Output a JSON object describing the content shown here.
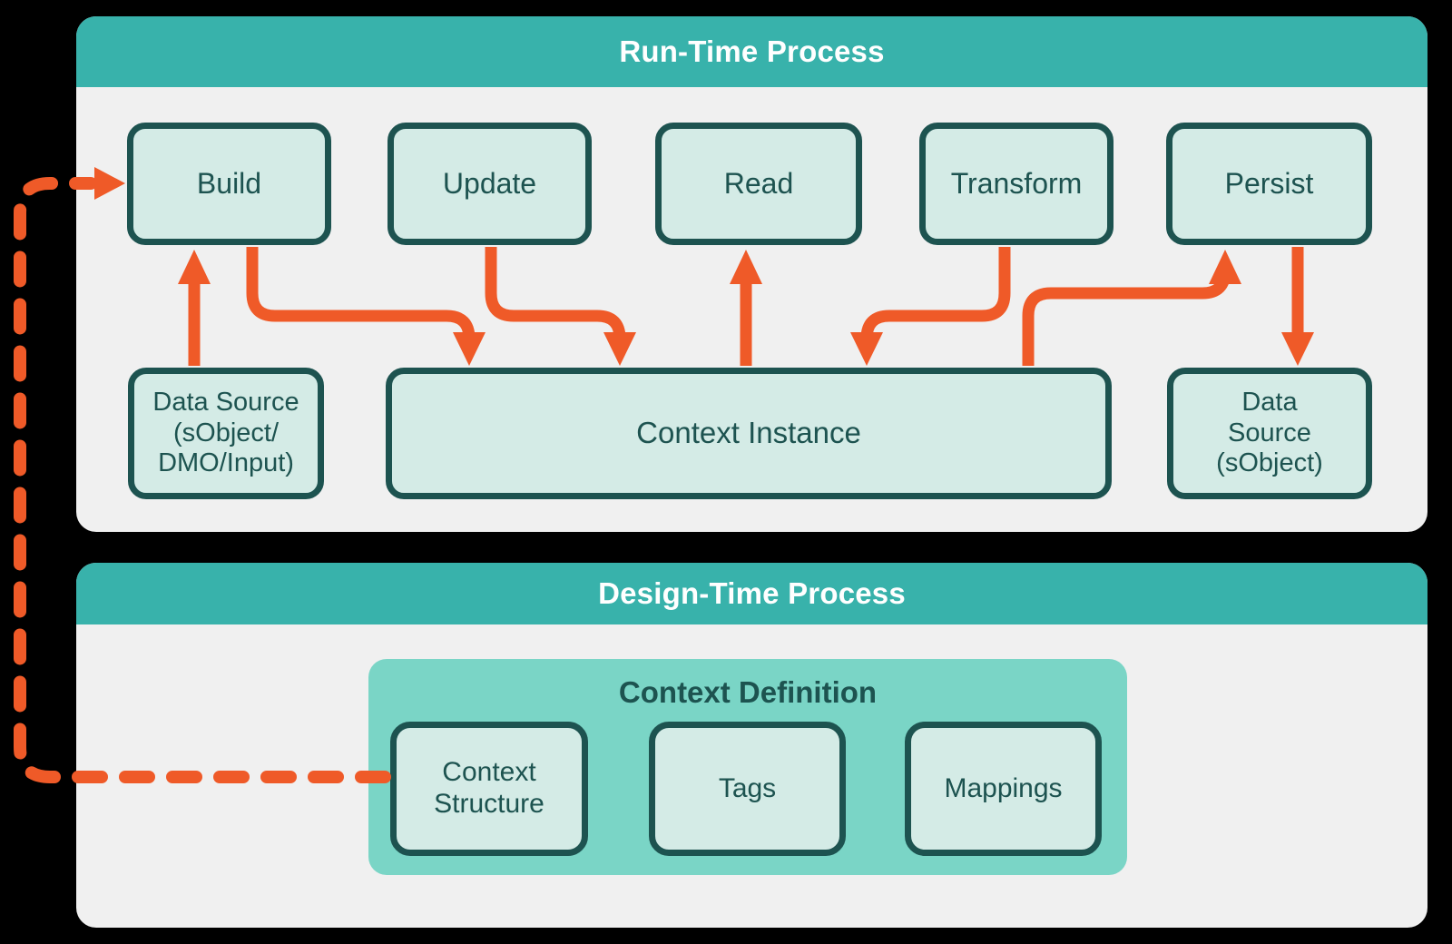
{
  "colors": {
    "panel_header": "#38b2ab",
    "panel_body": "#f0f0f0",
    "node_fill": "#d4ebe6",
    "node_border": "#1d5350",
    "context_definition_fill": "#7ad5c6",
    "arrow": "#ef5a28",
    "background": "#000000",
    "header_text": "#ffffff"
  },
  "runtime": {
    "title": "Run-Time Process",
    "stages": [
      {
        "label": "Build"
      },
      {
        "label": "Update"
      },
      {
        "label": "Read"
      },
      {
        "label": "Transform"
      },
      {
        "label": "Persist"
      }
    ],
    "data_source_in": "Data Source\n(sObject/\nDMO/Input)",
    "data_source_in_lines": [
      "Data Source",
      "(sObject/",
      "DMO/Input)"
    ],
    "context_instance": "Context Instance",
    "data_source_out_lines": [
      "Data",
      "Source",
      "(sObject)"
    ]
  },
  "designtime": {
    "title": "Design-Time Process",
    "context_definition_title": "Context Definition",
    "items": [
      {
        "lines": [
          "Context",
          "Structure"
        ]
      },
      {
        "lines": [
          "Tags"
        ]
      },
      {
        "lines": [
          "Mappings"
        ]
      }
    ]
  },
  "connections": [
    {
      "from": "Data Source (sObject/DMO/Input)",
      "to": "Build",
      "style": "solid-arrow-up"
    },
    {
      "from": "Build",
      "to": "Context Instance",
      "style": "solid-elbow-down"
    },
    {
      "from": "Update",
      "to": "Context Instance",
      "style": "solid-elbow-down"
    },
    {
      "from": "Context Instance",
      "to": "Read",
      "style": "solid-arrow-up"
    },
    {
      "from": "Transform",
      "to": "Context Instance",
      "style": "solid-elbow-down"
    },
    {
      "from": "Context Instance",
      "to": "Persist",
      "style": "solid-elbow-up"
    },
    {
      "from": "Persist",
      "to": "Data Source (sObject)",
      "style": "solid-arrow-down"
    },
    {
      "from": "Context Structure",
      "to": "Build",
      "style": "dashed-feedback"
    }
  ]
}
